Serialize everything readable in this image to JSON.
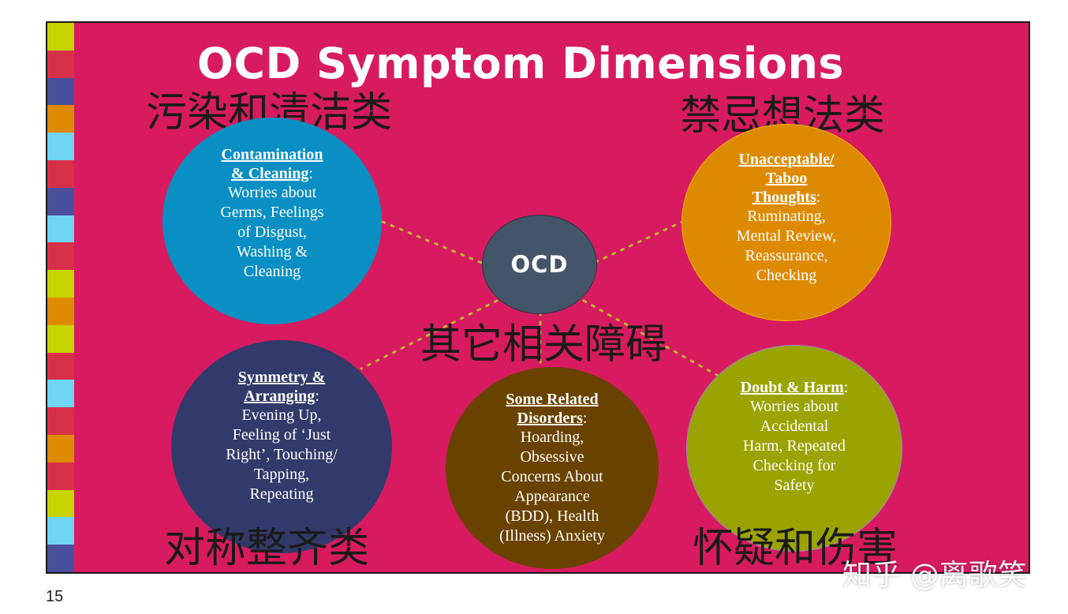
{
  "slide": {
    "title": "OCD Symptom Dimensions",
    "background_color": "#d81b60",
    "strip_colors": [
      "#c8d400",
      "#d9304a",
      "#4a4f9c",
      "#df8a00",
      "#6fd4f5",
      "#d9304a",
      "#4a4f9c",
      "#6fd4f5",
      "#d9304a",
      "#c8d400",
      "#df8a00",
      "#c8d400",
      "#d9304a",
      "#6fd4f5",
      "#d9304a",
      "#df8a00",
      "#d9304a",
      "#c8d400",
      "#6fd4f5",
      "#4a4f9c"
    ]
  },
  "center": {
    "label": "OCD",
    "color": "#455569"
  },
  "chinese_labels": {
    "contamination": "污染和清洁类",
    "taboo": "禁忌想法类",
    "related": "其它相关障碍",
    "symmetry": "对称整齐类",
    "doubt": "怀疑和伤害"
  },
  "dimensions": {
    "contamination": {
      "title_lines": [
        "Contamination",
        "& Cleaning"
      ],
      "colon": ":",
      "desc_lines": [
        "Worries about",
        "Germs, Feelings",
        "of Disgust,",
        "Washing &",
        "Cleaning"
      ],
      "color": "#0a8fc4"
    },
    "taboo": {
      "title_lines": [
        "Unacceptable/",
        "Taboo",
        "Thoughts"
      ],
      "colon": ":",
      "desc_lines": [
        "Ruminating,",
        "Mental Review,",
        "Reassurance,",
        "Checking"
      ],
      "color": "#de8a00"
    },
    "symmetry": {
      "title_lines": [
        "Symmetry &",
        "Arranging"
      ],
      "colon": ":",
      "desc_lines": [
        "Evening Up,",
        "Feeling of ‘Just",
        "Right’, Touching/",
        "Tapping,",
        "Repeating"
      ],
      "color": "#323a6b"
    },
    "related": {
      "title_lines": [
        "Some Related",
        "Disorders"
      ],
      "colon": ":",
      "desc_lines": [
        "Hoarding,",
        "Obsessive",
        "Concerns About",
        "Appearance",
        "(BDD), Health",
        "(Illness) Anxiety"
      ],
      "color": "#6a4200"
    },
    "doubt": {
      "title_lines": [
        "Doubt & Harm"
      ],
      "colon": ":",
      "desc_lines": [
        "Worries about",
        "Accidental",
        "Harm, Repeated",
        "Checking for",
        "Safety"
      ],
      "color": "#9aa300"
    }
  },
  "connector_color": "#b7b82a",
  "page_number": "15",
  "watermark": "知乎 @离歌笑"
}
